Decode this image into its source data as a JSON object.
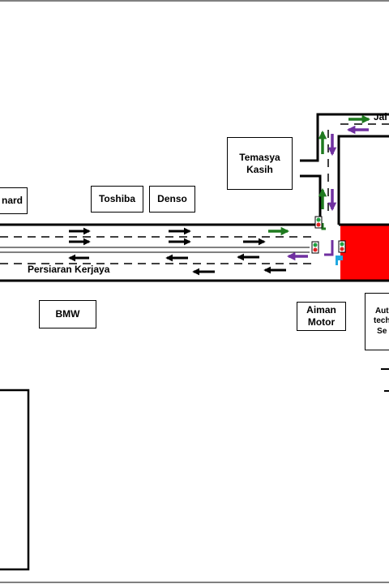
{
  "map": {
    "roads": {
      "main": "Persiaran Kerjaya",
      "side": "Jal"
    },
    "buildings": {
      "left_cut": "nard",
      "toshiba": "Toshiba",
      "denso": "Denso",
      "temasya": "Temasya\nKasih",
      "bmw": "BMW",
      "aiman": "Aiman\nMotor",
      "right_cut": "Aut\ntech\nSe"
    },
    "colors": {
      "road_outline": "#000000",
      "arrow_black": "#000000",
      "arrow_green": "#1f7a1f",
      "arrow_purple": "#7030a0",
      "highlight_block": "#ff0000",
      "signal_red": "#e02020",
      "signal_green": "#1fa040",
      "signal_cyan": "#20a8e0"
    },
    "icons": [
      "traffic-light-icon",
      "traffic-light-icon",
      "traffic-light-icon",
      "signal-post-icon"
    ]
  }
}
